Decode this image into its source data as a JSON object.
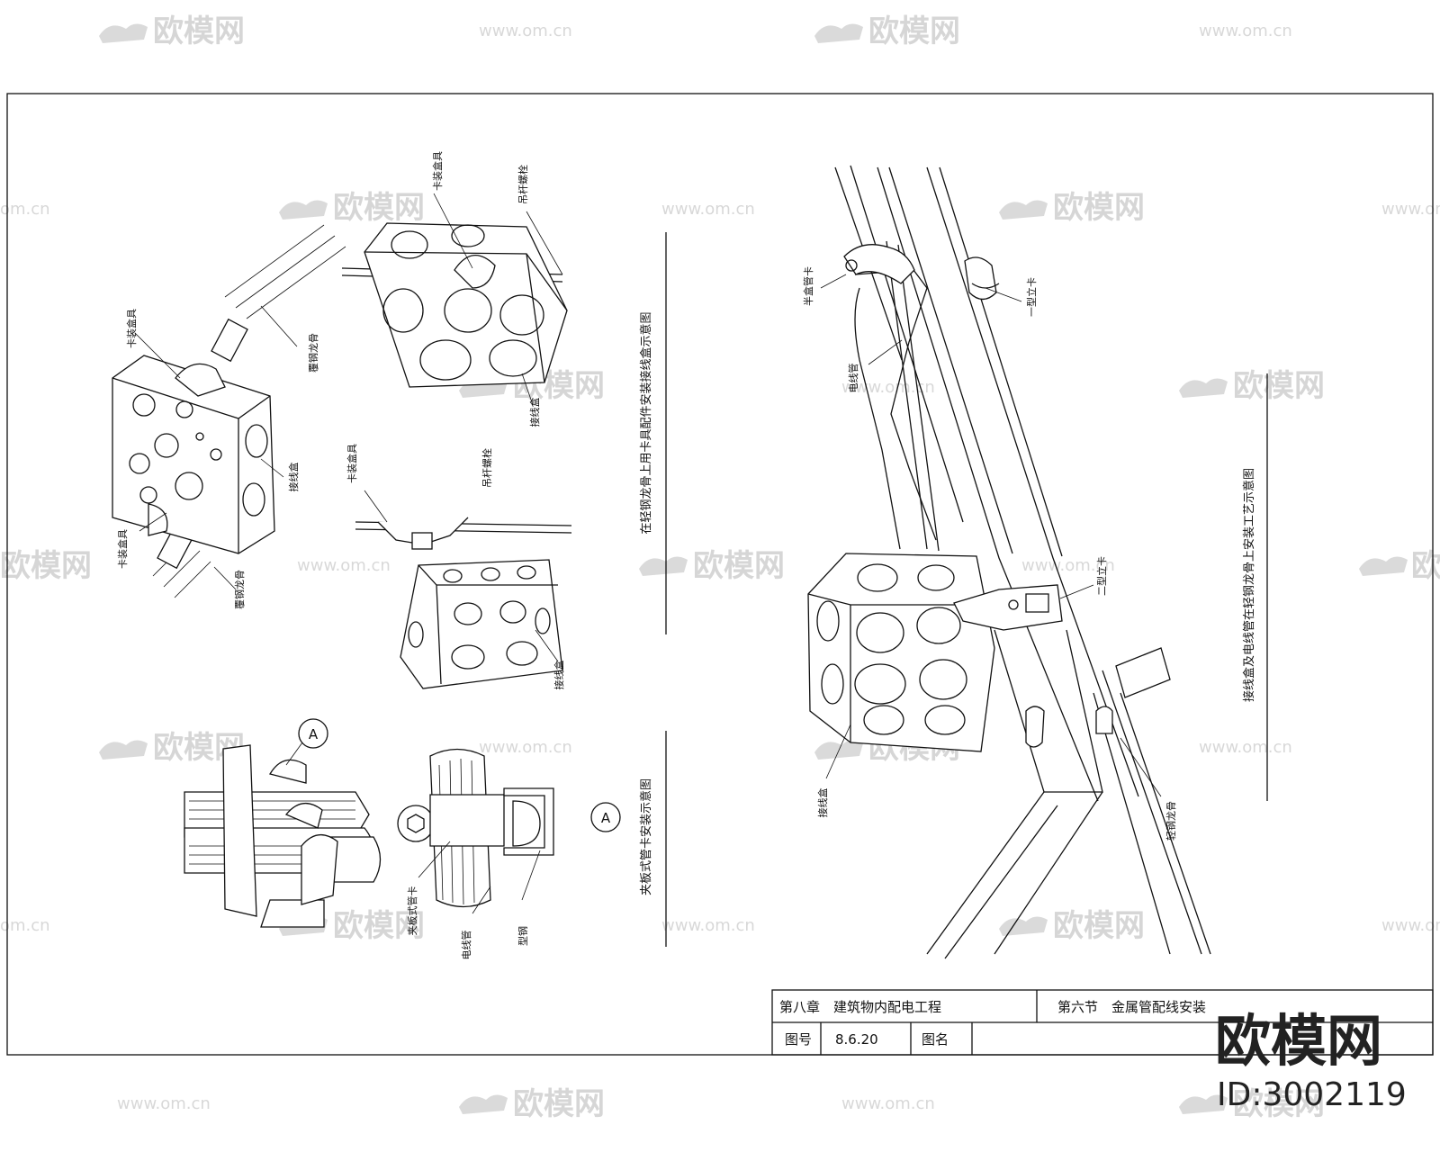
{
  "title_block": {
    "chapter": "第八章　建筑物内配电工程",
    "section": "第六节　金属管配线安装",
    "drawing_no_label": "图号",
    "drawing_no": "8.6.20",
    "drawing_name_label": "图名"
  },
  "captions": {
    "fig_left_top": "在轻钢龙骨上用卡具配件安装接线盒示意图",
    "fig_left_bottom": "夹板式管卡安装示意图",
    "fig_right": "接线盒及电线管在轻钢龙骨上安装工艺示意图"
  },
  "labels": {
    "clamp_fixture": "卡装盒具",
    "clamp_fixture_2": "卡装盒具",
    "clamp_fixture_3": "卡装盒具",
    "clamp_fixture_4": "卡装盒具",
    "keel": "覆钢龙骨",
    "keel_2": "覆钢龙骨",
    "junction_box": "接线盒",
    "junction_box_2": "接线盒",
    "junction_box_3": "接线盒",
    "junction_box_4": "接线盒",
    "rod": "吊杆螺栓",
    "rod_2": "吊杆螺栓",
    "callout_a": "A",
    "callout_a_2": "A",
    "clip": "夹板式管卡",
    "conduit": "电线管",
    "conduit_2": "电线管",
    "channel": "型钢",
    "half_clip": "半盒管卡",
    "type1_clip": "一型立卡",
    "type2_clip": "二型立卡",
    "light_keel": "轻钢龙骨"
  },
  "watermark": {
    "brand": "欧模网",
    "url": "www.om.cn",
    "url_short": "om.cn",
    "id": "ID:3002119"
  }
}
